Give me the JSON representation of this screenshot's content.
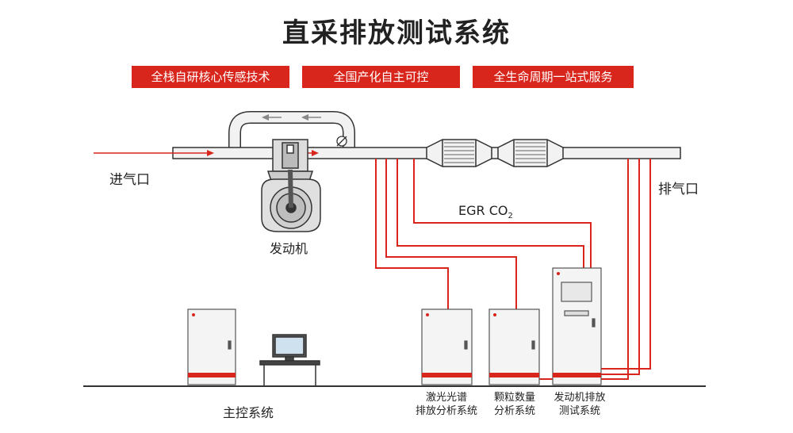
{
  "title": "直采排放测试系统",
  "badges": [
    "全栈自研核心传感技术",
    "全国产化自主可控",
    "全生命周期一站式服务"
  ],
  "labels": {
    "intake": "进气口",
    "exhaust": "排气口",
    "engine": "发动机",
    "egr": "EGR CO",
    "egr_sub": "2",
    "main_control": "主控系统"
  },
  "systems": [
    [
      "激光光谱",
      "排放分析系统"
    ],
    [
      "颗粒数量",
      "分析系统"
    ],
    [
      "发动机排放",
      "测试系统"
    ]
  ],
  "colors": {
    "accent": "#d9261c",
    "pipe": "#f2f2f2",
    "outline": "#333333"
  }
}
